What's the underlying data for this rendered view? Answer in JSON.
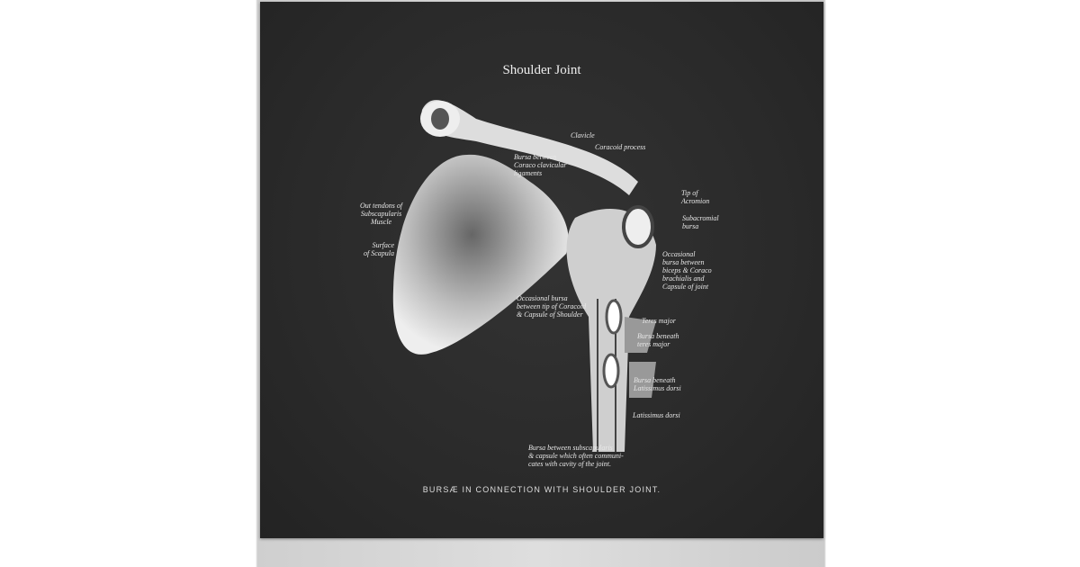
{
  "title": "Shoulder Joint",
  "caption": "BURSÆ IN CONNECTION WITH SHOULDER JOINT.",
  "labels": {
    "clavicle": "Clavicle",
    "coracoid": "Coracoid process",
    "bursa_coraco_clavicular": "Bursa between\nCoraco clavicular\nligaments",
    "tip_acromion": "Tip of\nAcromion",
    "subacromial": "Subacromial\nbursa",
    "out_tendon": "Out tendons of\nSubscapularis\nMuscle",
    "surface_scapula": "Surface\nof Scapula",
    "occasional_biceps": "Occasional\nbursa between\nbiceps & Coraco\nbrachialis and\nCapsule of joint",
    "occasional_coracoid": "Occasional bursa\nbetween tip of Coracoid\n& Capsule of Shoulder",
    "teres_major": "Teres major",
    "bursa_teres": "Bursa beneath\nteres major",
    "bursa_latissimus": "Bursa beneath\nLatissimus dorsi",
    "latissimus": "Latissimus dorsi",
    "bursa_subscapularis": "Bursa between subscapularis\n& capsule which often communi-\ncates with cavity of the joint."
  }
}
